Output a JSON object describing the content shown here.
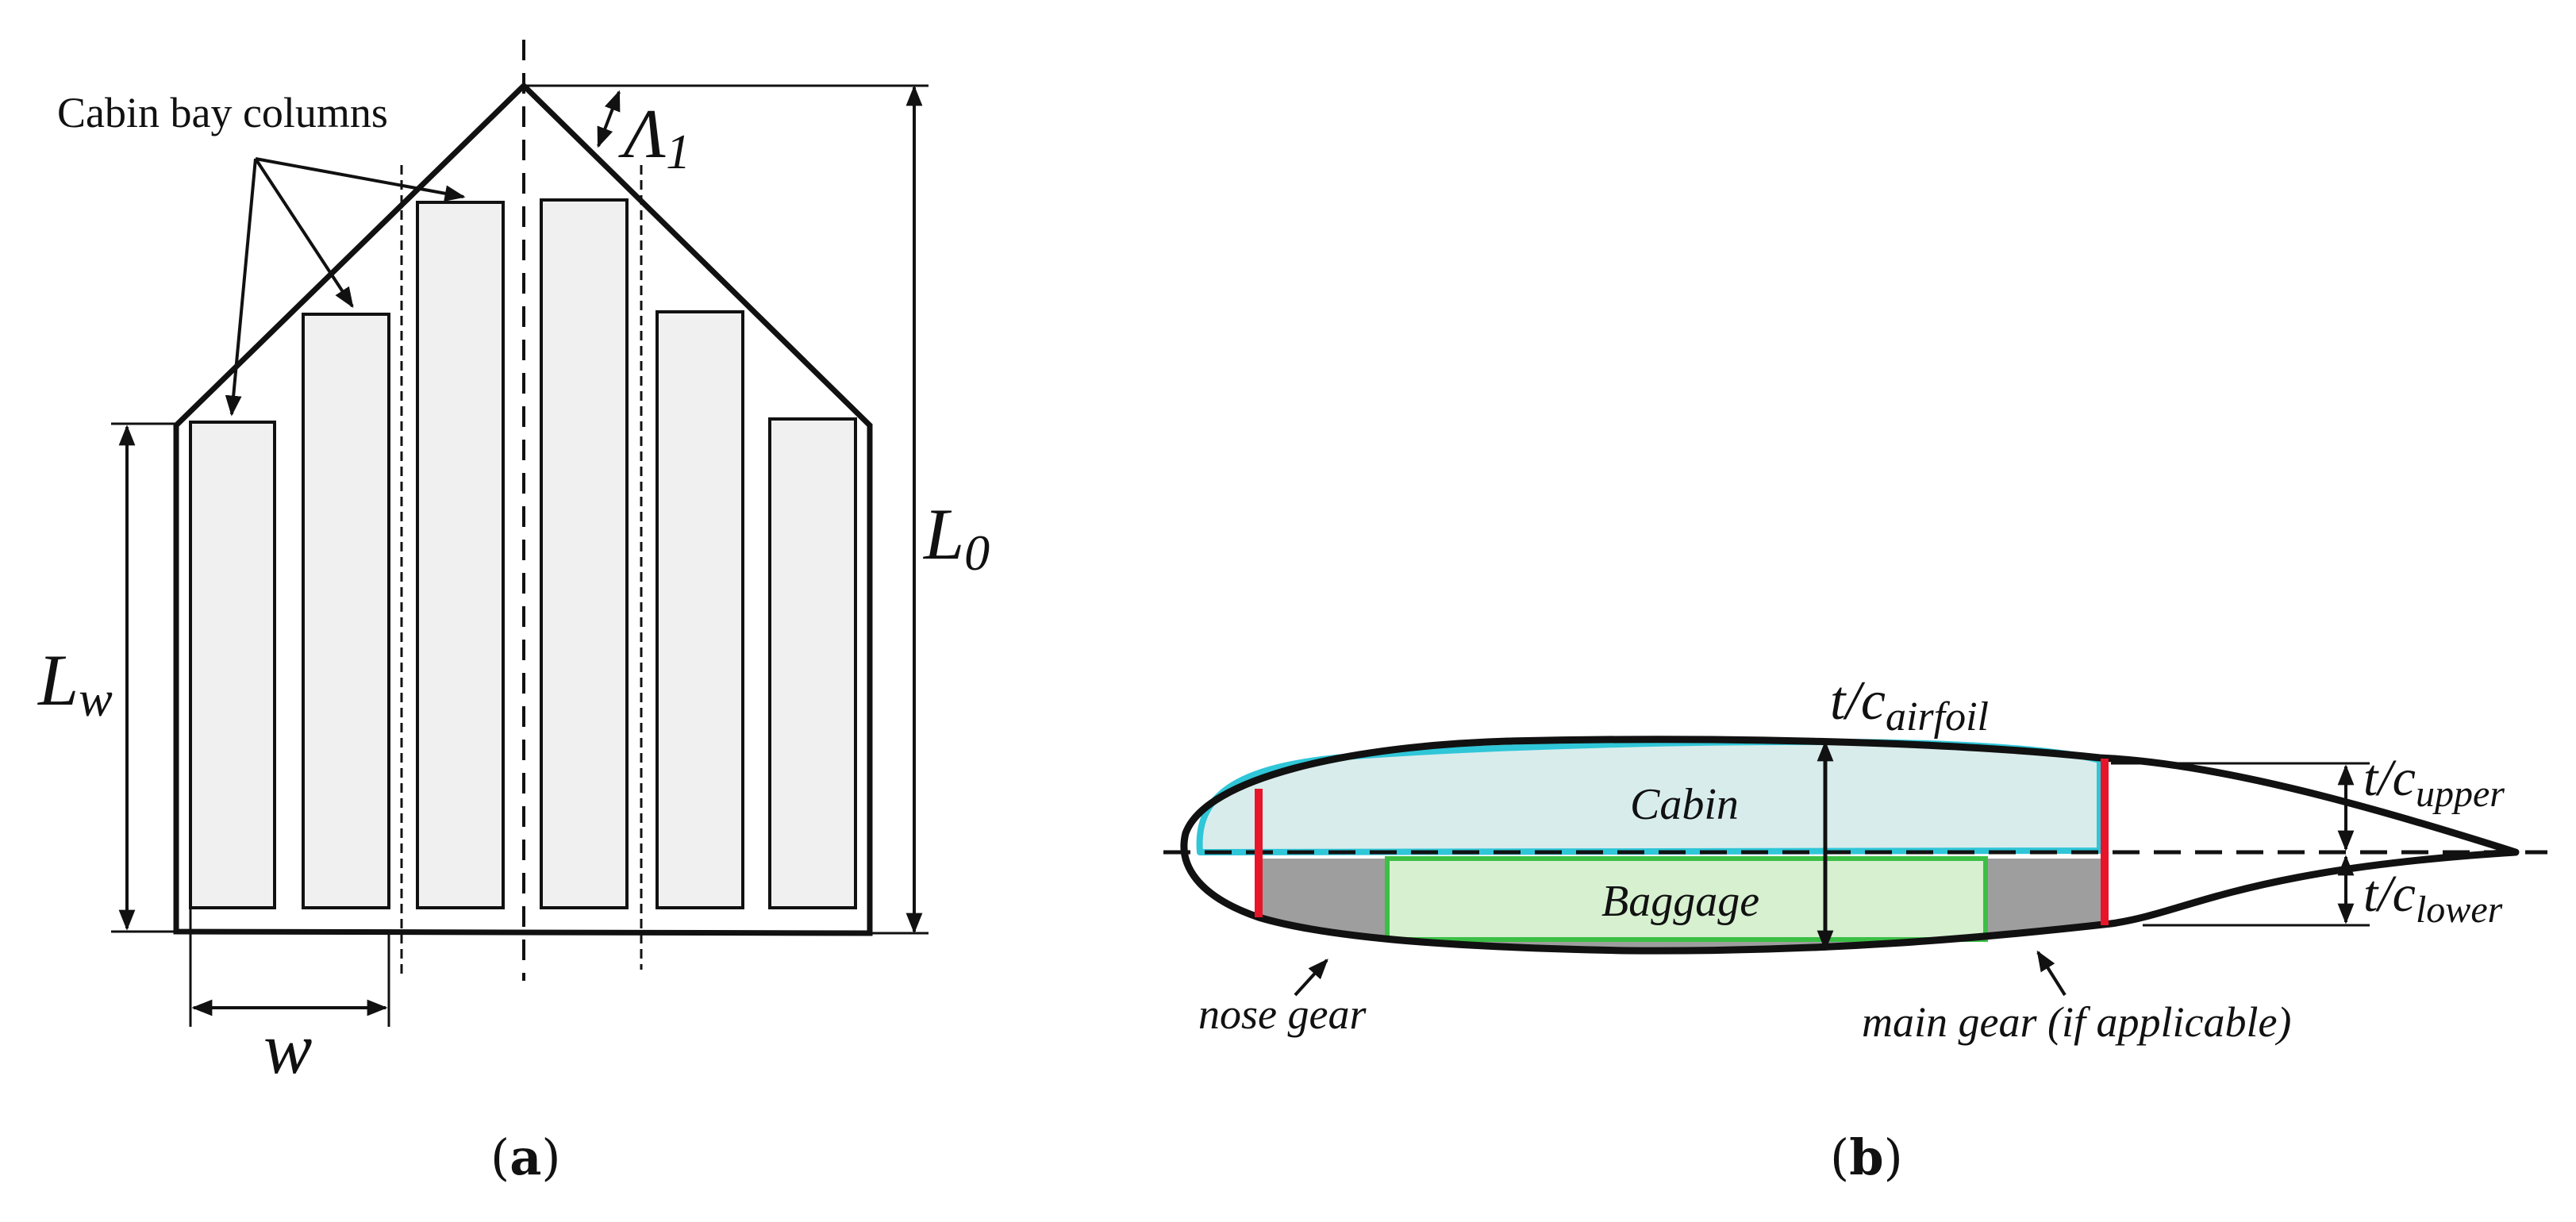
{
  "panel_a": {
    "caption_open": "(",
    "caption_letter": "a",
    "caption_close": ")",
    "callout": "Cabin bay columns",
    "sweep_symbol": "Λ",
    "sweep_sub": "1",
    "length_symbol": "L",
    "length_sub": "0",
    "wing_length_symbol": "L",
    "wing_length_sub": "w",
    "width_symbol": "w",
    "bay_count": 6
  },
  "panel_b": {
    "caption_open": "(",
    "caption_letter": "b",
    "caption_close": ")",
    "cabin_label": "Cabin",
    "baggage_label": "Baggage",
    "tc_symbol": "t/c",
    "tc_airfoil_sub": "airfoil",
    "tc_upper_sub": "upper",
    "tc_lower_sub": "lower",
    "nose_gear_label": "nose gear",
    "main_gear_label": "main gear (if applicable)"
  },
  "colors": {
    "outline": "#111111",
    "bay_fill": "#f0f0f0",
    "cabin_fill": "#d8ecec",
    "cabin_stroke": "#2fc6d8",
    "baggage_fill": "#d6f0d0",
    "baggage_stroke": "#3bbf45",
    "gear_fill": "#9e9e9e",
    "bulkhead": "#e8142a"
  }
}
